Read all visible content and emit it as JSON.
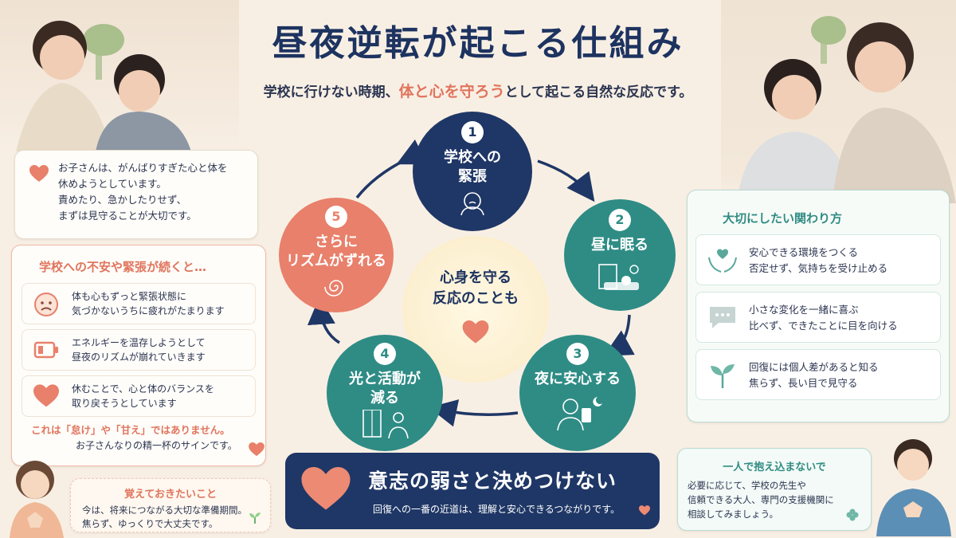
{
  "title": "昼夜逆転が起こる仕組み",
  "subtitle": {
    "pre": "学校に行けない時期、",
    "highlight": "体と心を守ろう",
    "post": "として起こる自然な反応です。"
  },
  "intro": {
    "icon": "heart-icon",
    "lines": [
      "お子さんは、がんばりすぎた心と体を",
      "休めようとしています。",
      "責めたり、急かしたりせず、",
      "まずは見守ることが大切です。"
    ]
  },
  "anxiety": {
    "title": "学校への不安や緊張が続くと…",
    "items": [
      {
        "icon": "worried-face-icon",
        "line1": "体も心もずっと緊張状態に",
        "line2": "気づかないうちに疲れがたまります"
      },
      {
        "icon": "low-battery-icon",
        "line1": "エネルギーを温存しようとして",
        "line2": "昼夜のリズムが崩れていきます"
      },
      {
        "icon": "heart-icon",
        "line1": "休むことで、心と体のバランスを",
        "line2": "取り戻そうとしています"
      }
    ],
    "notice": "これは「怠け」や「甘え」ではありません。",
    "notice_sub": "お子さんなりの精一杯のサインです。"
  },
  "remember": {
    "title": "覚えておきたいこと",
    "line1": "今は、将来につながる大切な準備期間。",
    "line2": "焦らず、ゆっくりで大丈夫です。"
  },
  "cycle": {
    "center_line1": "心身を守る",
    "center_line2": "反応のことも",
    "nodes": [
      {
        "num": "1",
        "line1": "学校への",
        "line2": "緊張",
        "color": "#1f3766"
      },
      {
        "num": "2",
        "line1": "昼に眠る",
        "line2": "",
        "color": "#2e8c85"
      },
      {
        "num": "3",
        "line1": "夜に安心する",
        "line2": "",
        "color": "#2e8c85"
      },
      {
        "num": "4",
        "line1": "光と活動が",
        "line2": "減る",
        "color": "#2e8c85"
      },
      {
        "num": "5",
        "line1": "さらに",
        "line2": "リズムがずれる",
        "color": "#e8806b"
      }
    ]
  },
  "banner": {
    "main": "意志の弱さと決めつけない",
    "sub": "回復への一番の近道は、理解と安心できるつながりです。"
  },
  "care": {
    "title": "大切にしたい関わり方",
    "items": [
      {
        "icon": "hands-heart-icon",
        "line1": "安心できる環境をつくる",
        "line2": "否定せず、気持ちを受け止める"
      },
      {
        "icon": "speech-bubble-icon",
        "line1": "小さな変化を一緒に喜ぶ",
        "line2": "比べず、できたことに目を向ける"
      },
      {
        "icon": "sprout-icon",
        "line1": "回復には個人差があると知る",
        "line2": "焦らず、長い目で見守る"
      }
    ]
  },
  "alone": {
    "title": "一人で抱え込まないで",
    "line1": "必要に応じて、学校の先生や",
    "line2": "信頼できる大人、専門の支援機関に",
    "line3": "相談してみましょう。"
  },
  "colors": {
    "navy": "#1f3766",
    "teal": "#2e8c85",
    "coral": "#e8806b",
    "background": "#f8efe4"
  }
}
